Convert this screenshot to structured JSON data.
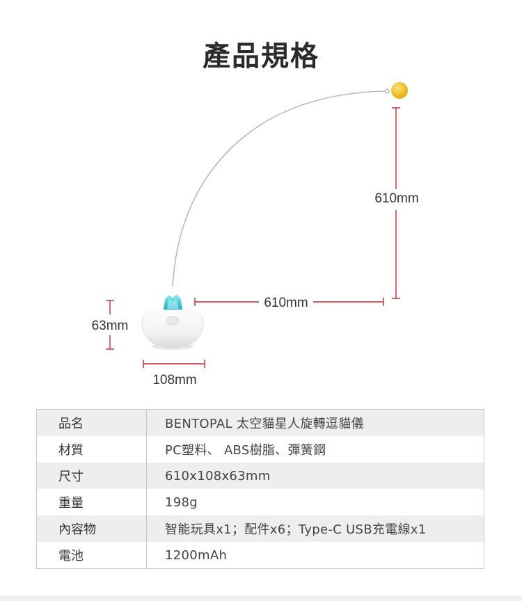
{
  "title": "產品規格",
  "diagram": {
    "height_label": "610mm",
    "reach_label": "610mm",
    "base_height_label": "63mm",
    "base_width_label": "108mm",
    "colors": {
      "dimension_line": "#c8282d",
      "ball": "#f2c21a",
      "base": "#f4f4f4",
      "crystal": "#3fc7d4",
      "wire": "#b9b9b9"
    }
  },
  "specs": [
    {
      "key": "品名",
      "value": "BENTOPAL 太空貓星人旋轉逗貓儀"
    },
    {
      "key": "材質",
      "value": "PC塑料、 ABS樹脂、彈簧鋼"
    },
    {
      "key": "尺寸",
      "value": "610x108x63mm"
    },
    {
      "key": "重量",
      "value": "198g"
    },
    {
      "key": "內容物",
      "value": "智能玩具x1；配件x6；Type-C USB充電線x1"
    },
    {
      "key": "電池",
      "value": "1200mAh"
    }
  ]
}
